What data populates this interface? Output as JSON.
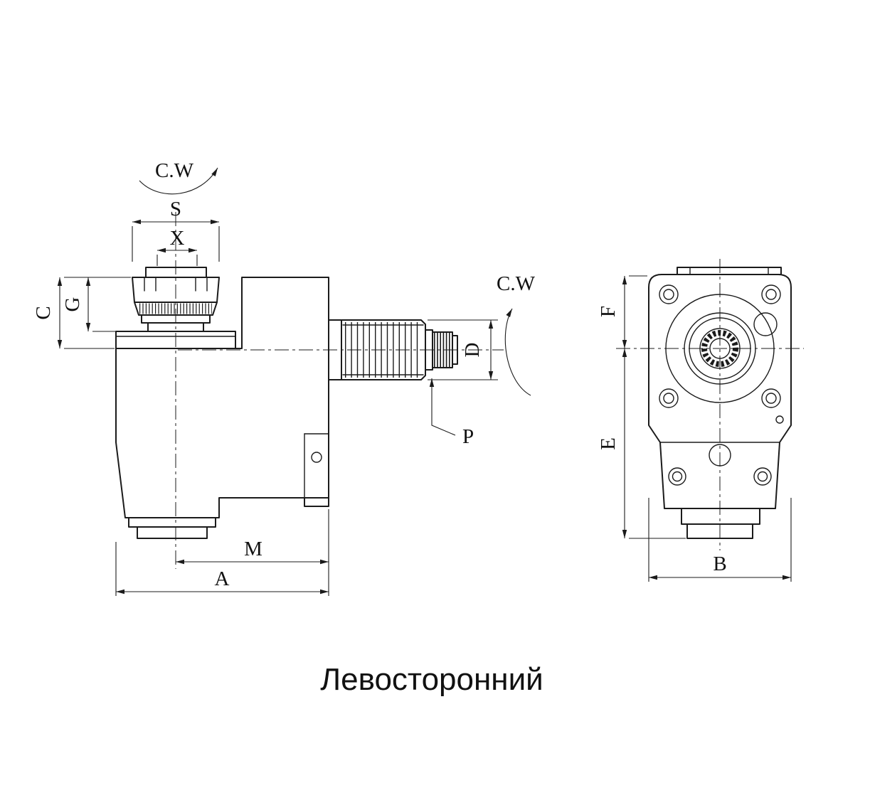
{
  "caption": "Левосторонний",
  "side_view": {
    "rotation_top": "C.W",
    "rotation_right": "C.W",
    "dim_s": "S",
    "dim_x": "X",
    "dim_c": "C",
    "dim_g": "G",
    "dim_d": "D",
    "dim_p": "P",
    "dim_m": "M",
    "dim_a": "A"
  },
  "front_view": {
    "dim_f": "F",
    "dim_e": "E",
    "dim_b": "B"
  },
  "colors": {
    "line": "#1b1b1b",
    "background": "#ffffff",
    "text": "#111111"
  }
}
